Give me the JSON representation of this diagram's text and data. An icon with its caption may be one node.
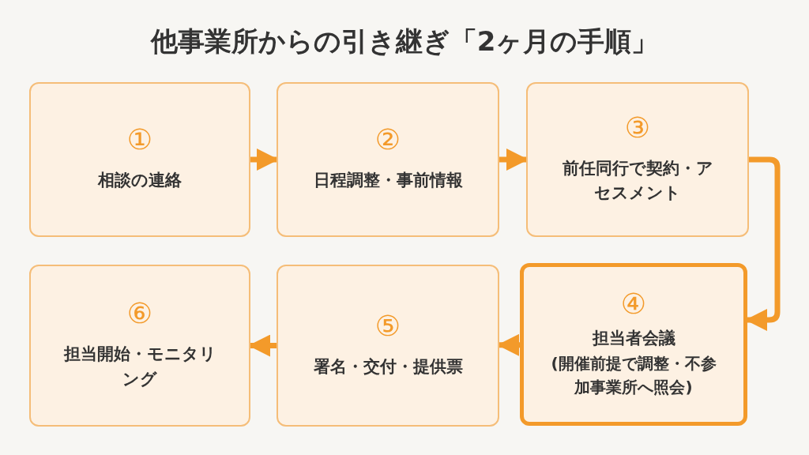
{
  "diagram": {
    "title": "他事業所からの引き継ぎ「2ヶ月の手順」",
    "nodes": [
      {
        "text": [
          "①",
          "相談の連絡"
        ]
      },
      {
        "text": [
          "②",
          "日程調整・事前情報"
        ]
      },
      {
        "text": [
          "③",
          "前任同行で契約・アセスメント"
        ]
      },
      {
        "text": [
          "④",
          "担当者会議",
          "(開催前提で調整・不参加事業所へ照会)"
        ]
      },
      {
        "text": [
          "⑤",
          "署名・交付・提供票"
        ]
      },
      {
        "text": [
          "⑥",
          "担当開始・モニタリング"
        ]
      }
    ],
    "edges": [
      {
        "from": 0,
        "to": 1,
        "arrow": "to"
      },
      {
        "from": 1,
        "to": 2,
        "arrow": "to"
      },
      {
        "from": 2,
        "to": 3,
        "arrow": "to"
      },
      {
        "from": 3,
        "to": 4,
        "arrow": "to"
      },
      {
        "from": 4,
        "to": 5,
        "arrow": "to"
      }
    ]
  }
}
